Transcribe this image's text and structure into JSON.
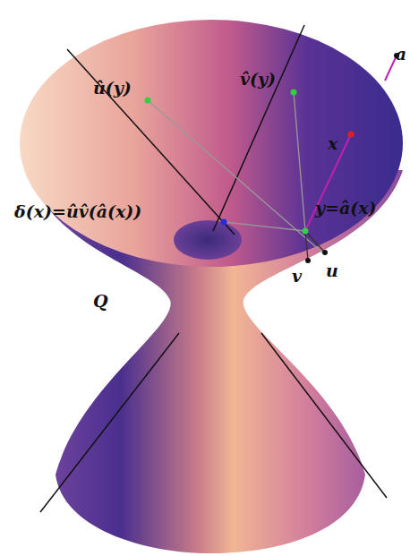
{
  "diagram": {
    "labels": [
      "û(y)",
      "v̂(y)",
      "a",
      "x",
      "y=â(x)",
      "δ(x)=ûv̂(â(x))",
      "v",
      "u",
      "Q"
    ]
  }
}
